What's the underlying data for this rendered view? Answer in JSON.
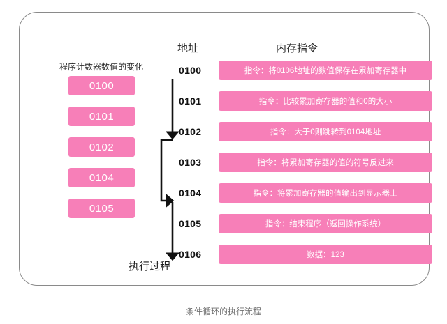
{
  "figure": {
    "caption": "条件循环的执行流程"
  },
  "card": {
    "headings": {
      "address": "地址",
      "memory": "内存指令"
    },
    "program_counter": {
      "title": "程序计数器数值的变化",
      "values": [
        "0100",
        "0101",
        "0102",
        "0104",
        "0105"
      ]
    },
    "execution_label": "执行过程",
    "memory_rows": [
      {
        "address": "0100",
        "instruction": "指令：将0106地址的数值保存在累加寄存器中"
      },
      {
        "address": "0101",
        "instruction": "指令：比较累加寄存器的值和0的大小"
      },
      {
        "address": "0102",
        "instruction": "指令：大于0则跳转到0104地址"
      },
      {
        "address": "0103",
        "instruction": "指令：将累加寄存器的值的符号反过来"
      },
      {
        "address": "0104",
        "instruction": "指令：将累加寄存器的值输出到显示器上"
      },
      {
        "address": "0105",
        "instruction": "指令：结束程序（返回操作系统）"
      },
      {
        "address": "0106",
        "instruction": "数据：123"
      }
    ]
  },
  "colors": {
    "accent_pink": "#f77fb8",
    "card_border": "#8a8a8a",
    "arrow": "#111111",
    "caption_text": "#6f6f6f"
  }
}
